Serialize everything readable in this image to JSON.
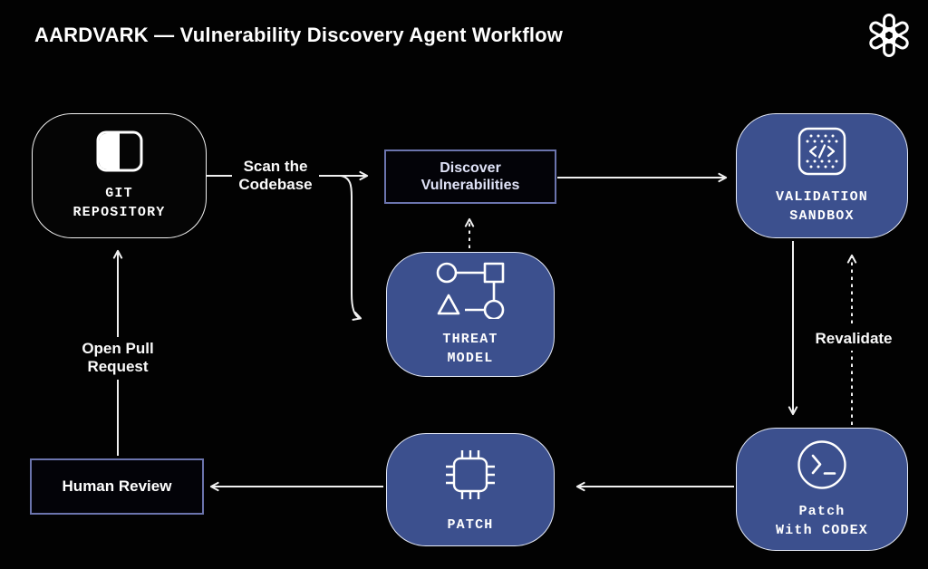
{
  "title": "AARDVARK — Vulnerability Discovery Agent Workflow",
  "logo": "openai-logo",
  "colors": {
    "background": "#020202",
    "node_blue": "#3c508e",
    "node_light_border": "#e4e9f6",
    "thin_box_border": "#6b74ad",
    "arrow": "#f0f0f0",
    "lavender_text": "#e0e3f8",
    "text": "#ffffff"
  },
  "nodes": {
    "git_repository": {
      "line1": "GIT",
      "line2": "REPOSITORY",
      "icon": "repository-icon"
    },
    "discover": {
      "label": "Discover Vulnerabilities"
    },
    "validation_sandbox": {
      "line1": "VALIDATION",
      "line2": "SANDBOX",
      "icon": "code-sandbox-icon"
    },
    "threat_model": {
      "line1": "THREAT",
      "line2": "MODEL",
      "icon": "threat-model-icon"
    },
    "patch": {
      "label": "PATCH",
      "icon": "chip-icon"
    },
    "patch_codex": {
      "line1": "Patch",
      "line2": "With CODEX",
      "icon": "terminal-icon"
    },
    "human_review": {
      "label": "Human Review"
    }
  },
  "edge_labels": {
    "scan": "Scan the Codebase",
    "open_pull_request": "Open Pull Request",
    "revalidate": "Revalidate"
  }
}
